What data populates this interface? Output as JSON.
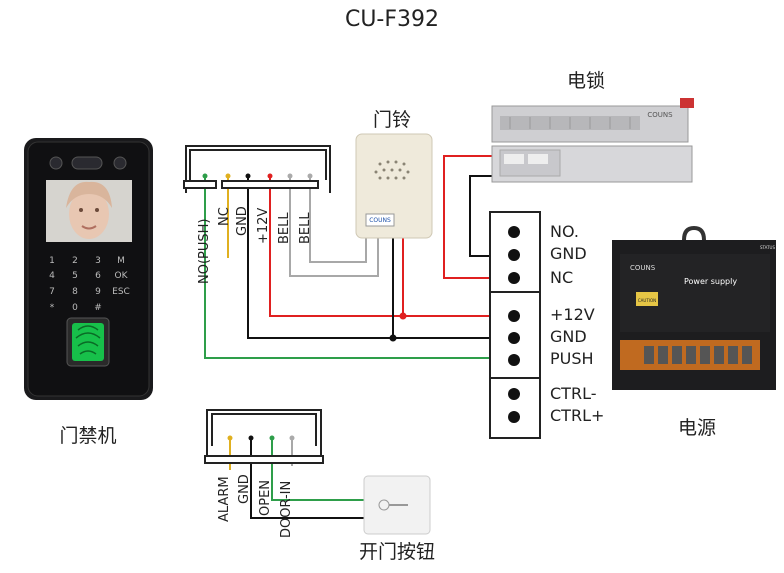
{
  "title": "CU-F392",
  "devices": {
    "access_controller": "门禁机",
    "door_bell": "门铃",
    "electric_lock": "电锁",
    "power_supply": "电源",
    "exit_button": "开门按钮"
  },
  "controller_keypad": [
    "1",
    "2",
    "3",
    "M",
    "4",
    "5",
    "6",
    "OK",
    "7",
    "8",
    "9",
    "ESC",
    "*",
    "0",
    "#",
    ""
  ],
  "top_connector_pins": [
    "NO(PUSH)",
    "NC",
    "GND",
    "+12V",
    "BELL",
    "BELL"
  ],
  "bottom_connector_pins": [
    "ALARM",
    "GND",
    "OPEN",
    "DOOR-IN"
  ],
  "power_terminals": [
    "NO.",
    "GND",
    "NC",
    "+12V",
    "GND",
    "PUSH",
    "CTRL-",
    "CTRL+"
  ],
  "bell_brand": "COUNS",
  "lock_brand": "COUNS",
  "psu_labels": {
    "brand": "COUNS",
    "model": "Power supply",
    "warning": "CAUTION",
    "status": "STATUS"
  },
  "colors": {
    "red_wire": "#e02020",
    "green_wire": "#2e9e4a",
    "yellow_wire": "#e0b020",
    "black_wire": "#111111",
    "gray_wire": "#a8a8a8"
  }
}
